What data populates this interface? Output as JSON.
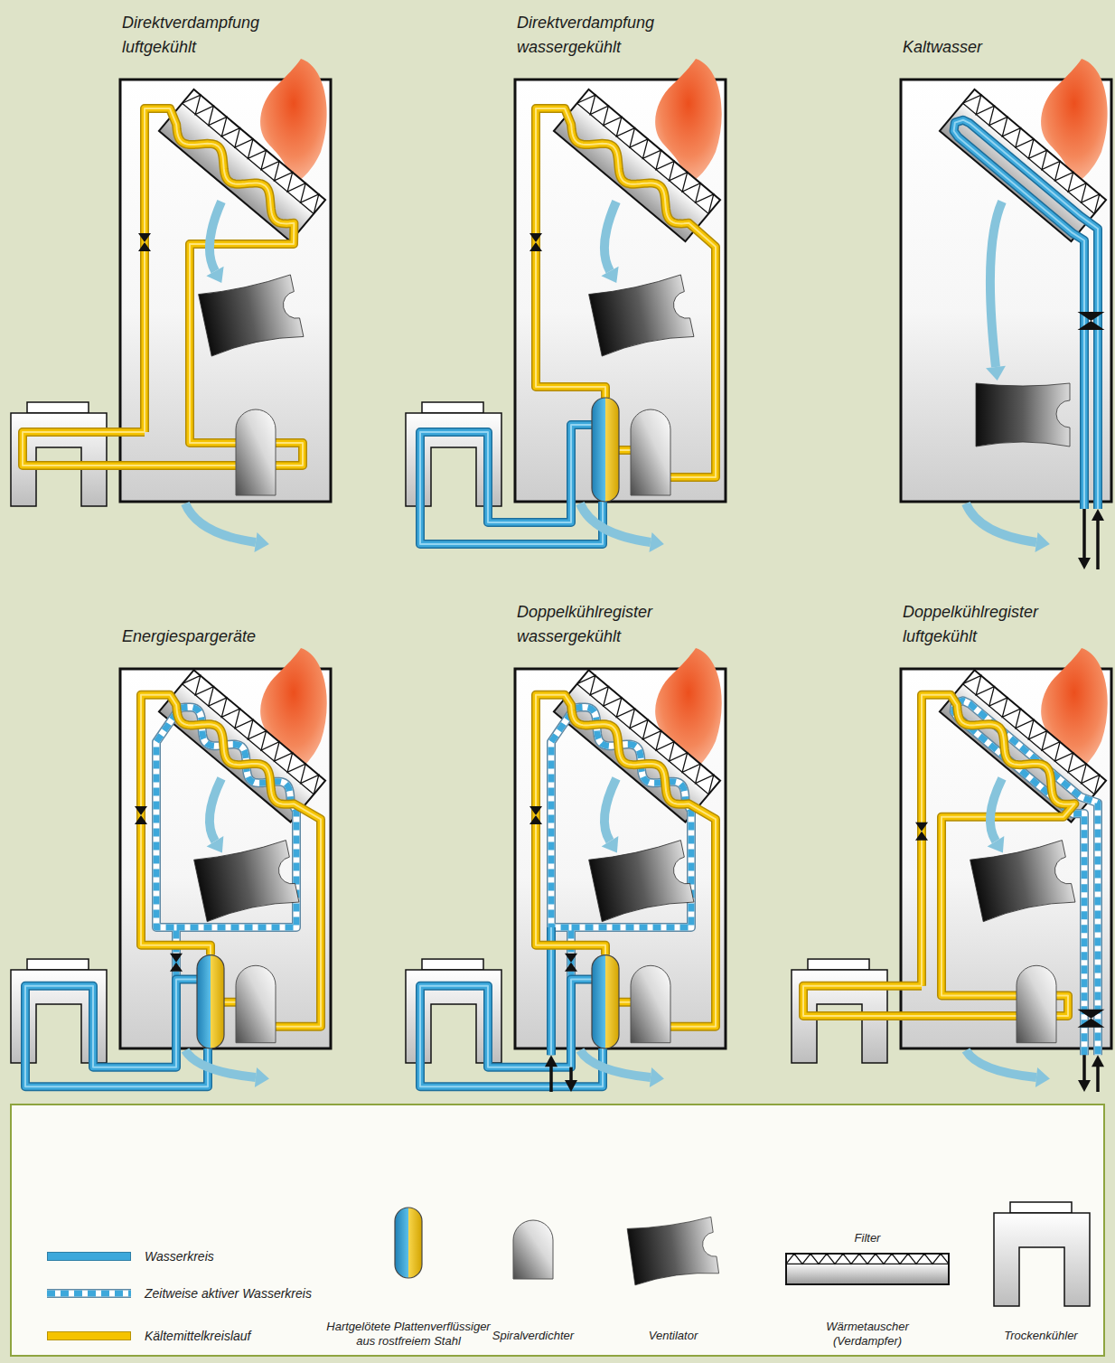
{
  "diagram": {
    "nodes": [
      {
        "text": [
          "Direktverdampfung luftgekühlt"
        ]
      },
      {
        "text": [
          "Direktverdampfung wassergekühlt"
        ]
      },
      {
        "text": [
          "Kaltwasser"
        ]
      },
      {
        "text": [
          "Energiespargeräte"
        ]
      },
      {
        "text": [
          "Doppelkühlregister wassergekühlt"
        ]
      },
      {
        "text": [
          "Doppelkühlregister luftgekühlt"
        ]
      }
    ],
    "legend": [
      {
        "text": "Wasserkreis",
        "color": "#3da8db"
      },
      {
        "text": "Zeitweise aktiver Wasserkreis"
      },
      {
        "text": "Kältemittelkreislauf",
        "color": "#f5c300"
      },
      {
        "text": "Hartgelötete Plattenverflüssiger aus rostfreiem Stahl"
      },
      {
        "text": "Spiralverdichter"
      },
      {
        "text": "Ventilator"
      },
      {
        "text": "Filter"
      },
      {
        "text": "Wärmetauscher (Verdampfer)"
      },
      {
        "text": "Trockenkühler"
      }
    ]
  }
}
